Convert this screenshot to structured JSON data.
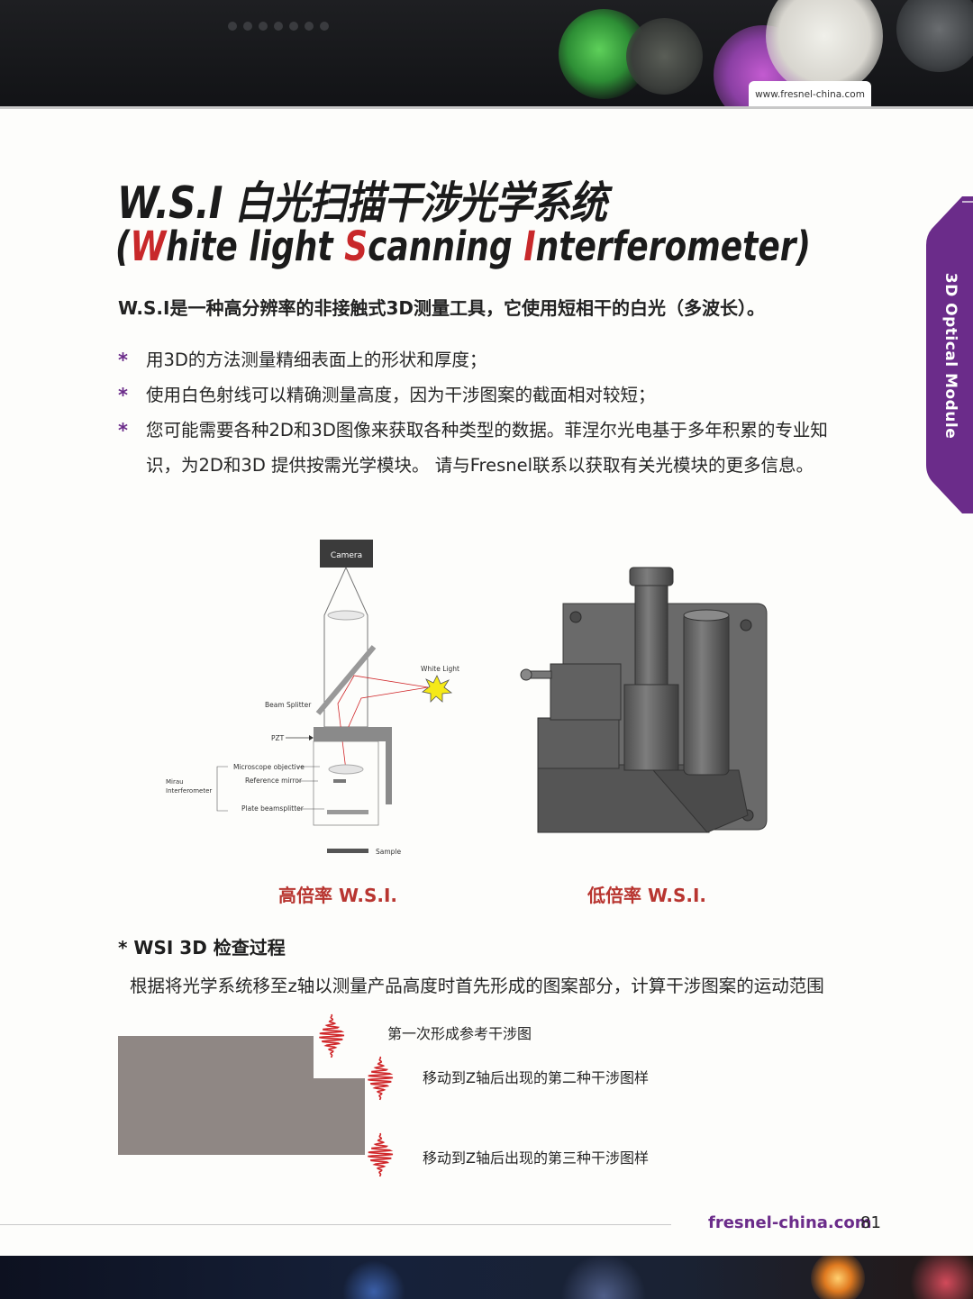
{
  "header": {
    "url": "www.fresnel-china.com"
  },
  "side_tab": {
    "label": "3D Optical Module"
  },
  "title": {
    "cn": "W.S.I 白光扫描干涉光学系统",
    "en_parts": [
      {
        "text": "(",
        "red": false
      },
      {
        "text": "W",
        "red": true
      },
      {
        "text": "hite light ",
        "red": false
      },
      {
        "text": "S",
        "red": true
      },
      {
        "text": "canning ",
        "red": false
      },
      {
        "text": "I",
        "red": true
      },
      {
        "text": "nterferometer)",
        "red": false
      }
    ]
  },
  "lead": "W.S.I是一种高分辨率的非接触式3D测量工具，它使用短相干的白光（多波长）。",
  "bullets": [
    "用3D的方法测量精细表面上的形状和厚度；",
    "使用白色射线可以精确测量高度，因为干涉图案的截面相对较短；",
    "您可能需要各种2D和3D图像来获取各种类型的数据。菲涅尔光电基于多年积累的专业知识，为2D和3D 提供按需光学模块。 请与Fresnel联系以获取有关光模块的更多信息。"
  ],
  "bullet_marker": "*",
  "diagram": {
    "camera": "Camera",
    "white_light": "White Light",
    "beam_splitter": "Beam Splitter",
    "pzt": "PZT",
    "mirau": "Mirau\nInterferometer",
    "microscope_objective": "Microscope objective",
    "reference_mirror": "Reference mirror",
    "plate_beamsplitter": "Plate beamsplitter",
    "sample": "Sample"
  },
  "captions": {
    "high": "高倍率 W.S.I.",
    "low": "低倍率 W.S.I."
  },
  "section": {
    "title": "* WSI 3D 检查过程",
    "desc": "根据将光学系统移至z轴以测量产品高度时首先形成的图案部分，计算干涉图案的运动范围",
    "labels": [
      "第一次形成参考干涉图",
      "移动到Z轴后出现的第二种干涉图样",
      "移动到Z轴后出现的第三种干涉图样"
    ]
  },
  "footer": {
    "url": "fresnel-china.com",
    "page": "81"
  },
  "colors": {
    "accent_purple": "#6b2c8a",
    "accent_red": "#c8282a",
    "block_gray": "#8f8784",
    "wave_red": "#d0272a"
  }
}
